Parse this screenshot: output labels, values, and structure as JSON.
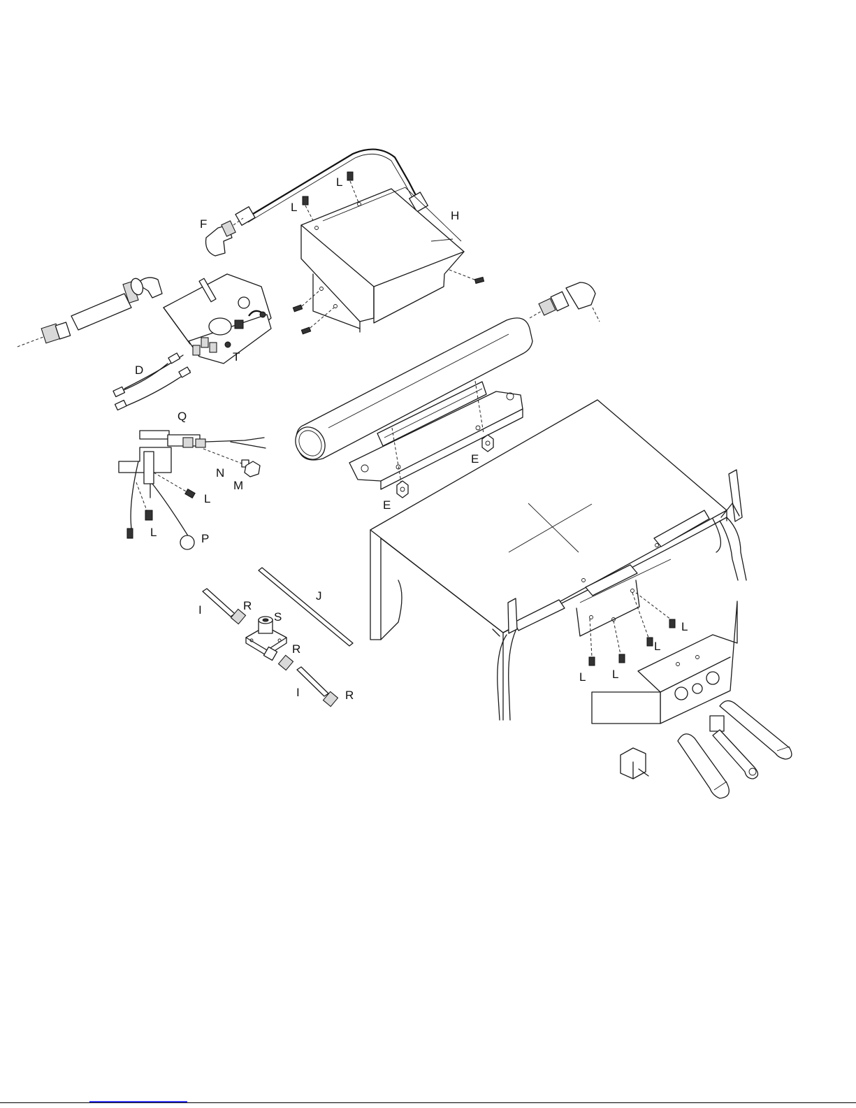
{
  "labels": {
    "L": "L",
    "F": "F",
    "H": "H",
    "D": "D",
    "T": "T",
    "Q": "Q",
    "N": "N",
    "M": "M",
    "P": "P",
    "E": "E",
    "J": "J",
    "I": "I",
    "R": "R",
    "S": "S"
  },
  "colors": {
    "line": "#1a1a1a",
    "footer_link": "#3a3aff"
  }
}
